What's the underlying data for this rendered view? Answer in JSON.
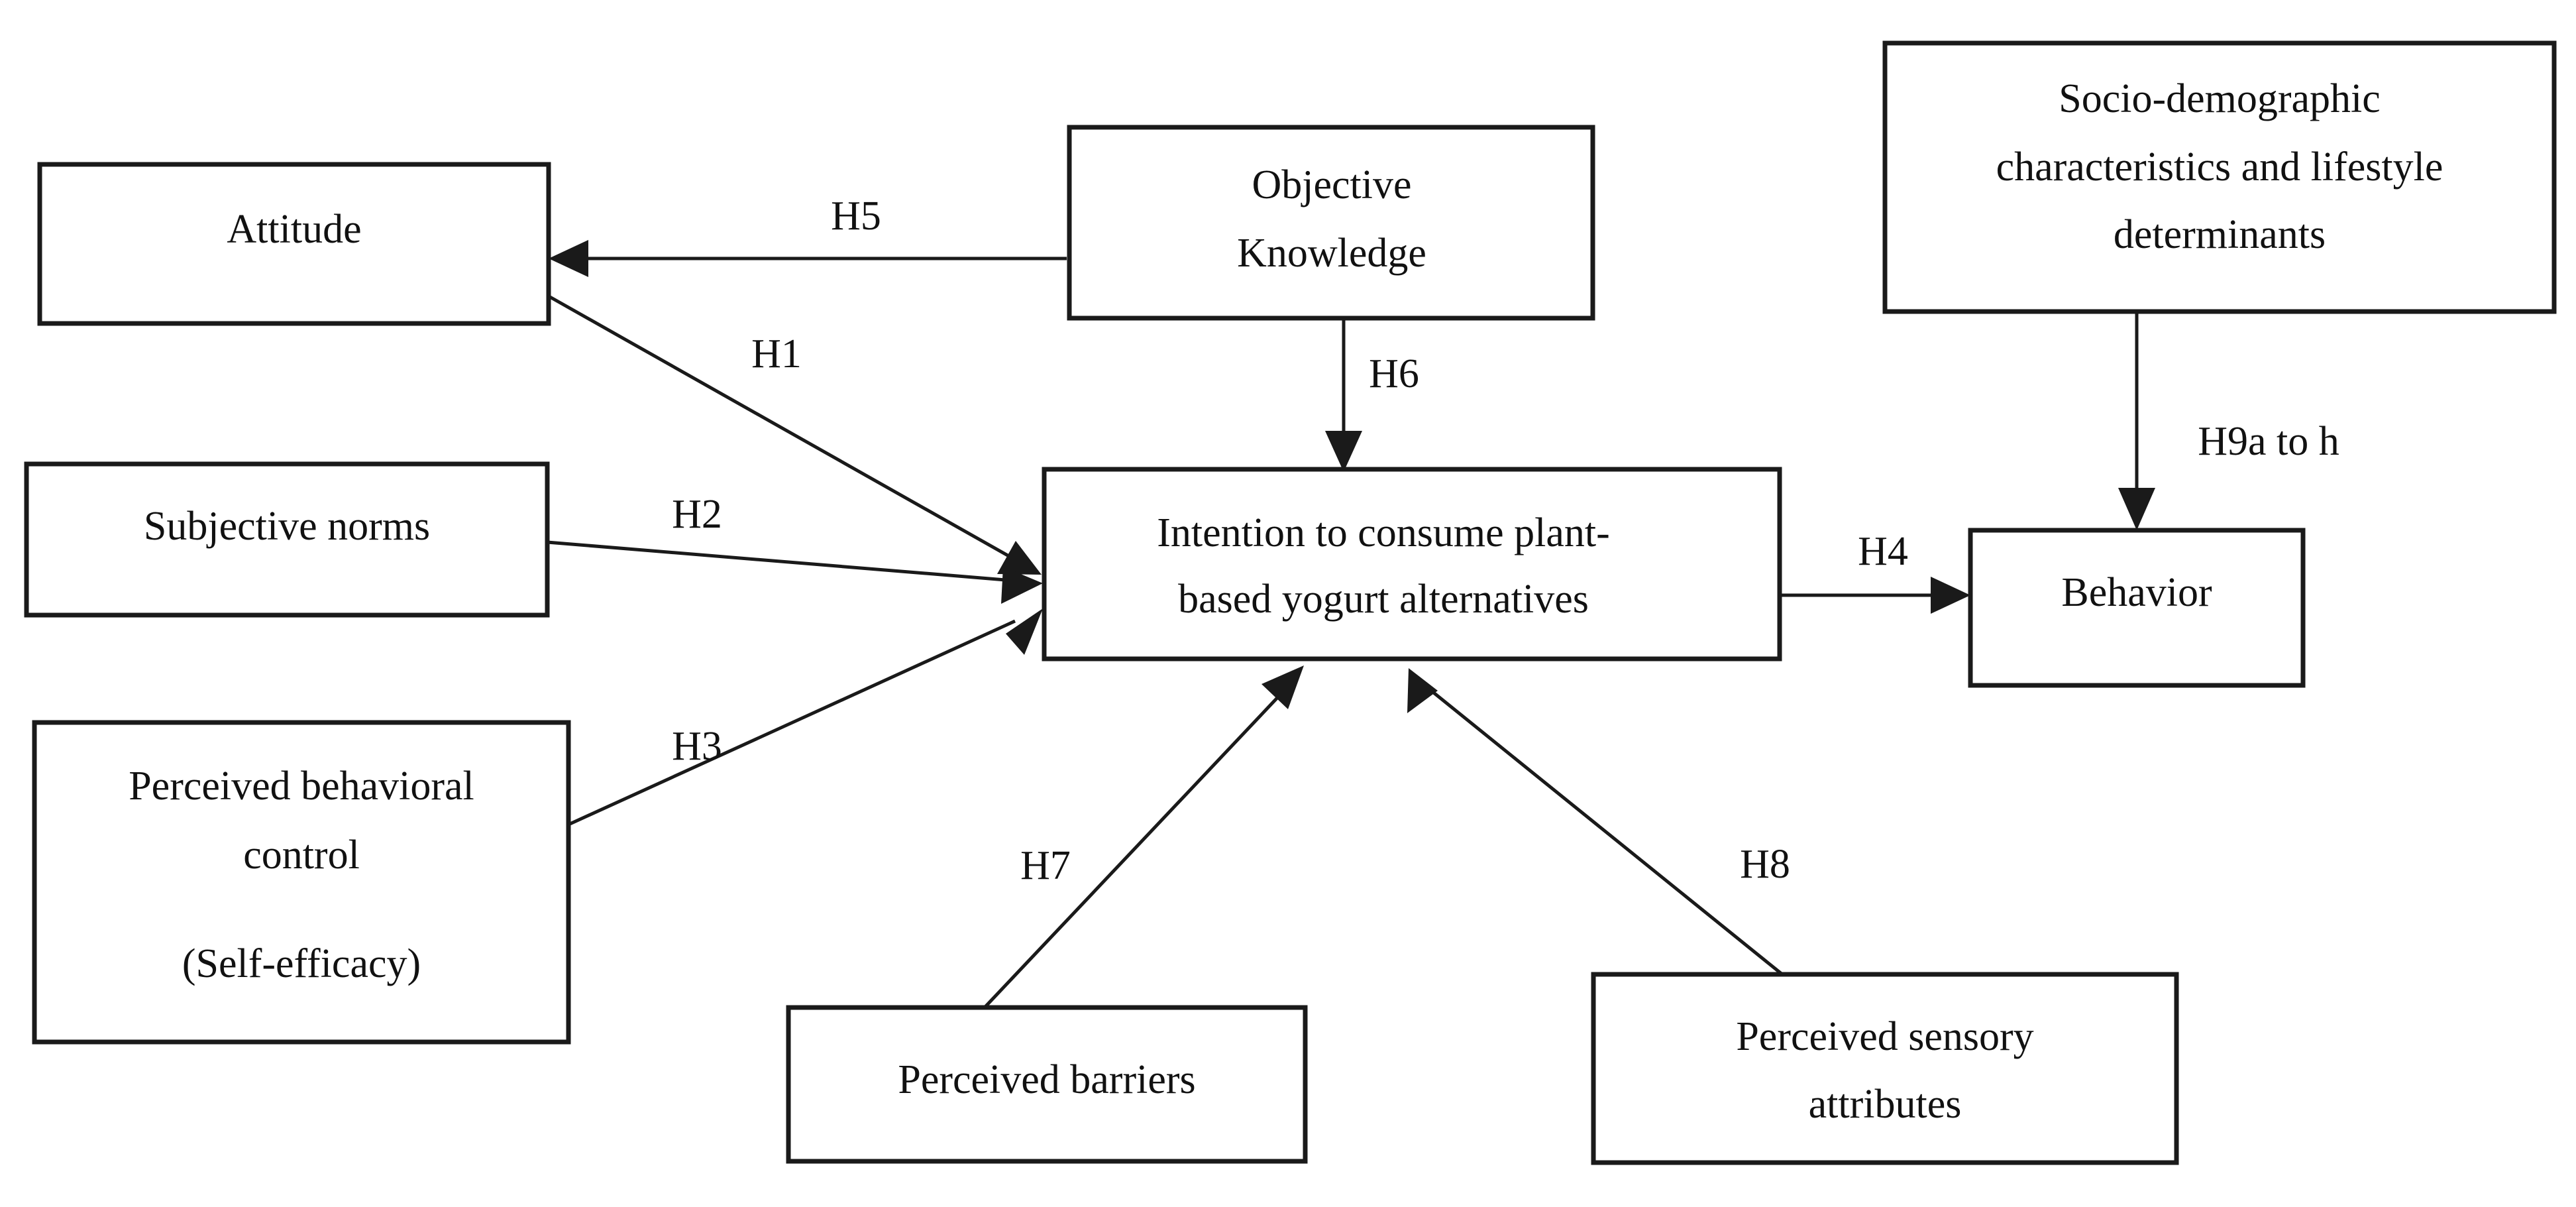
{
  "figure": {
    "type": "conceptual-model-diagram",
    "background_color": "#ffffff",
    "line_color": "#1a1a1a",
    "text_color": "#111111"
  },
  "nodes": {
    "attitude": {
      "lines": [
        "Attitude"
      ]
    },
    "subjective_norms": {
      "lines": [
        "Subjective norms"
      ]
    },
    "perceived_behavioral_control": {
      "lines": [
        "Perceived behavioral",
        "control",
        "",
        "(Self-efficacy)"
      ]
    },
    "objective_knowledge": {
      "lines": [
        "Objective",
        "Knowledge"
      ]
    },
    "intention": {
      "lines": [
        "Intention to consume plant-",
        "based yogurt alternatives"
      ]
    },
    "socio_demographic": {
      "lines": [
        "Socio-demographic",
        "characteristics and lifestyle",
        "determinants"
      ]
    },
    "behavior": {
      "lines": [
        "Behavior"
      ]
    },
    "perceived_barriers": {
      "lines": [
        "Perceived barriers"
      ]
    },
    "perceived_sensory_attributes": {
      "lines": [
        "Perceived sensory",
        "attributes"
      ]
    }
  },
  "edges": {
    "h1": {
      "label": "H1",
      "from": "attitude",
      "to": "intention"
    },
    "h2": {
      "label": "H2",
      "from": "subjective_norms",
      "to": "intention"
    },
    "h3": {
      "label": "H3",
      "from": "perceived_behavioral_control",
      "to": "intention"
    },
    "h4": {
      "label": "H4",
      "from": "intention",
      "to": "behavior"
    },
    "h5": {
      "label": "H5",
      "from": "objective_knowledge",
      "to": "attitude"
    },
    "h6": {
      "label": "H6",
      "from": "objective_knowledge",
      "to": "intention"
    },
    "h7": {
      "label": "H7",
      "from": "perceived_barriers",
      "to": "intention"
    },
    "h8": {
      "label": "H8",
      "from": "perceived_sensory_attributes",
      "to": "intention"
    },
    "h9": {
      "label": "H9a to h",
      "from": "socio_demographic",
      "to": "behavior"
    }
  }
}
